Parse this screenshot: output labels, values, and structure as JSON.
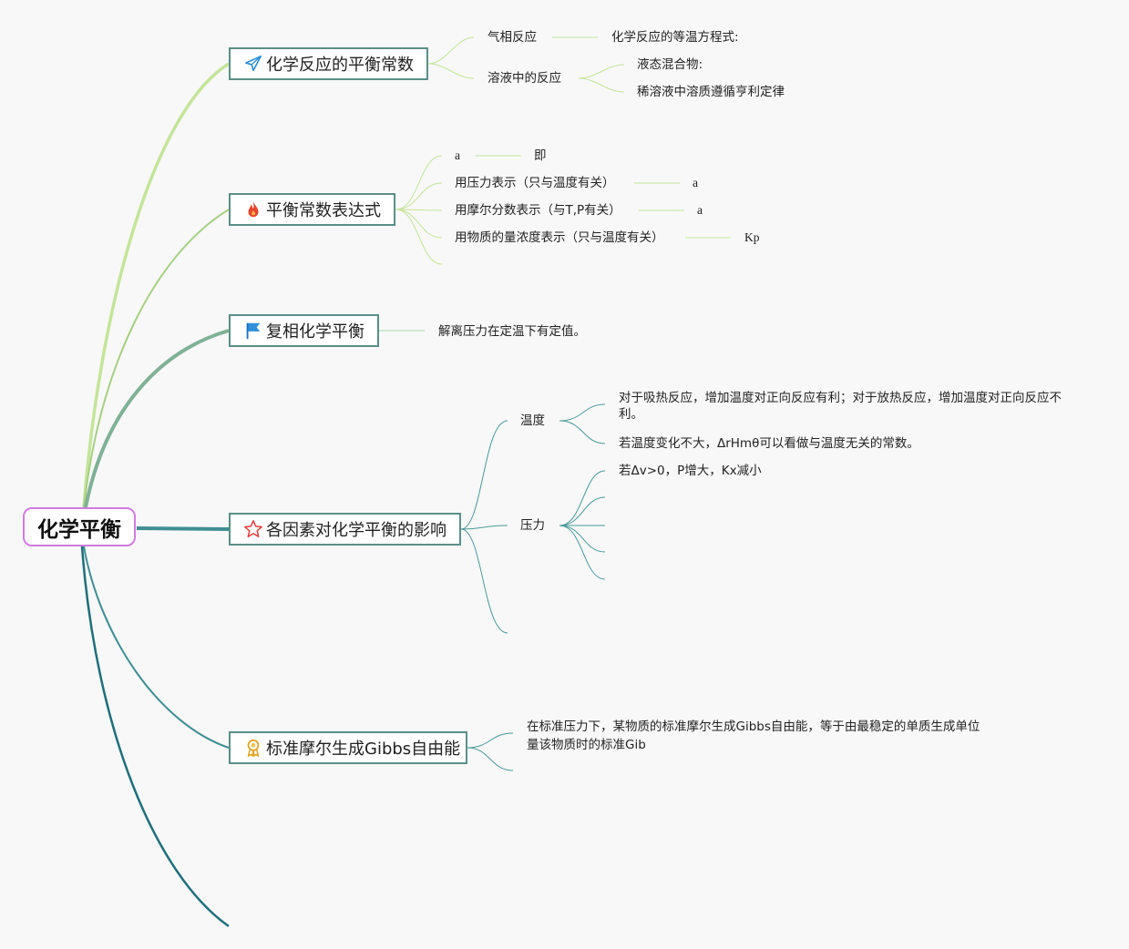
{
  "root": {
    "title": "化学平衡"
  },
  "branches": [
    {
      "label": "化学反应的平衡常数",
      "icon": "paper-plane-icon",
      "children": [
        {
          "label": "气相反应",
          "children": [
            {
              "label": "化学反应的等温方程式:"
            }
          ]
        },
        {
          "label": "溶液中的反应",
          "children": [
            {
              "label": "液态混合物:"
            },
            {
              "label": "稀溶液中溶质遵循亨利定律"
            }
          ]
        }
      ]
    },
    {
      "label": "平衡常数表达式",
      "icon": "fire-icon",
      "children": [
        {
          "label": "a",
          "children": [
            {
              "label": "即"
            }
          ]
        },
        {
          "label": "用压力表示（只与温度有关）",
          "children": [
            {
              "label": "a"
            }
          ]
        },
        {
          "label": "用摩尔分数表示（与T,P有关）",
          "children": [
            {
              "label": "a"
            }
          ]
        },
        {
          "label": "用物质的量浓度表示（只与温度有关）",
          "children": [
            {
              "label": "Kp"
            }
          ]
        }
      ]
    },
    {
      "label": "复相化学平衡",
      "icon": "flag-icon",
      "children": [
        {
          "label": "解离压力在定温下有定值。"
        }
      ]
    },
    {
      "label": "各因素对化学平衡的影响",
      "icon": "star-icon",
      "children": [
        {
          "label": "温度",
          "children": [
            {
              "label": "对于吸热反应，增加温度对正向反应有利；对于放热反应，增加温度对正向反应不利。"
            },
            {
              "label": "若温度变化不大，ΔrHmθ可以看做与温度无关的常数。"
            }
          ]
        },
        {
          "label": "压力",
          "children": [
            {
              "label": "若Δv>0，P增大，Kx减小"
            }
          ]
        }
      ]
    },
    {
      "label": "标准摩尔生成Gibbs自由能",
      "icon": "medal-icon",
      "children": [
        {
          "label": "在标准压力下，某物质的标准摩尔生成Gibbs自由能，等于由最稳定的单质生成单位量该物质时的标准Gib"
        }
      ]
    }
  ],
  "colors": {
    "root_border": "#d07ce0",
    "branch_border": "#5a8f86",
    "link_light_green": "#c5e49a",
    "link_green": "#a8cf84",
    "link_teal_green": "#7fb196",
    "link_teal": "#3f8e93",
    "link_dark_teal": "#1f6f7a"
  }
}
